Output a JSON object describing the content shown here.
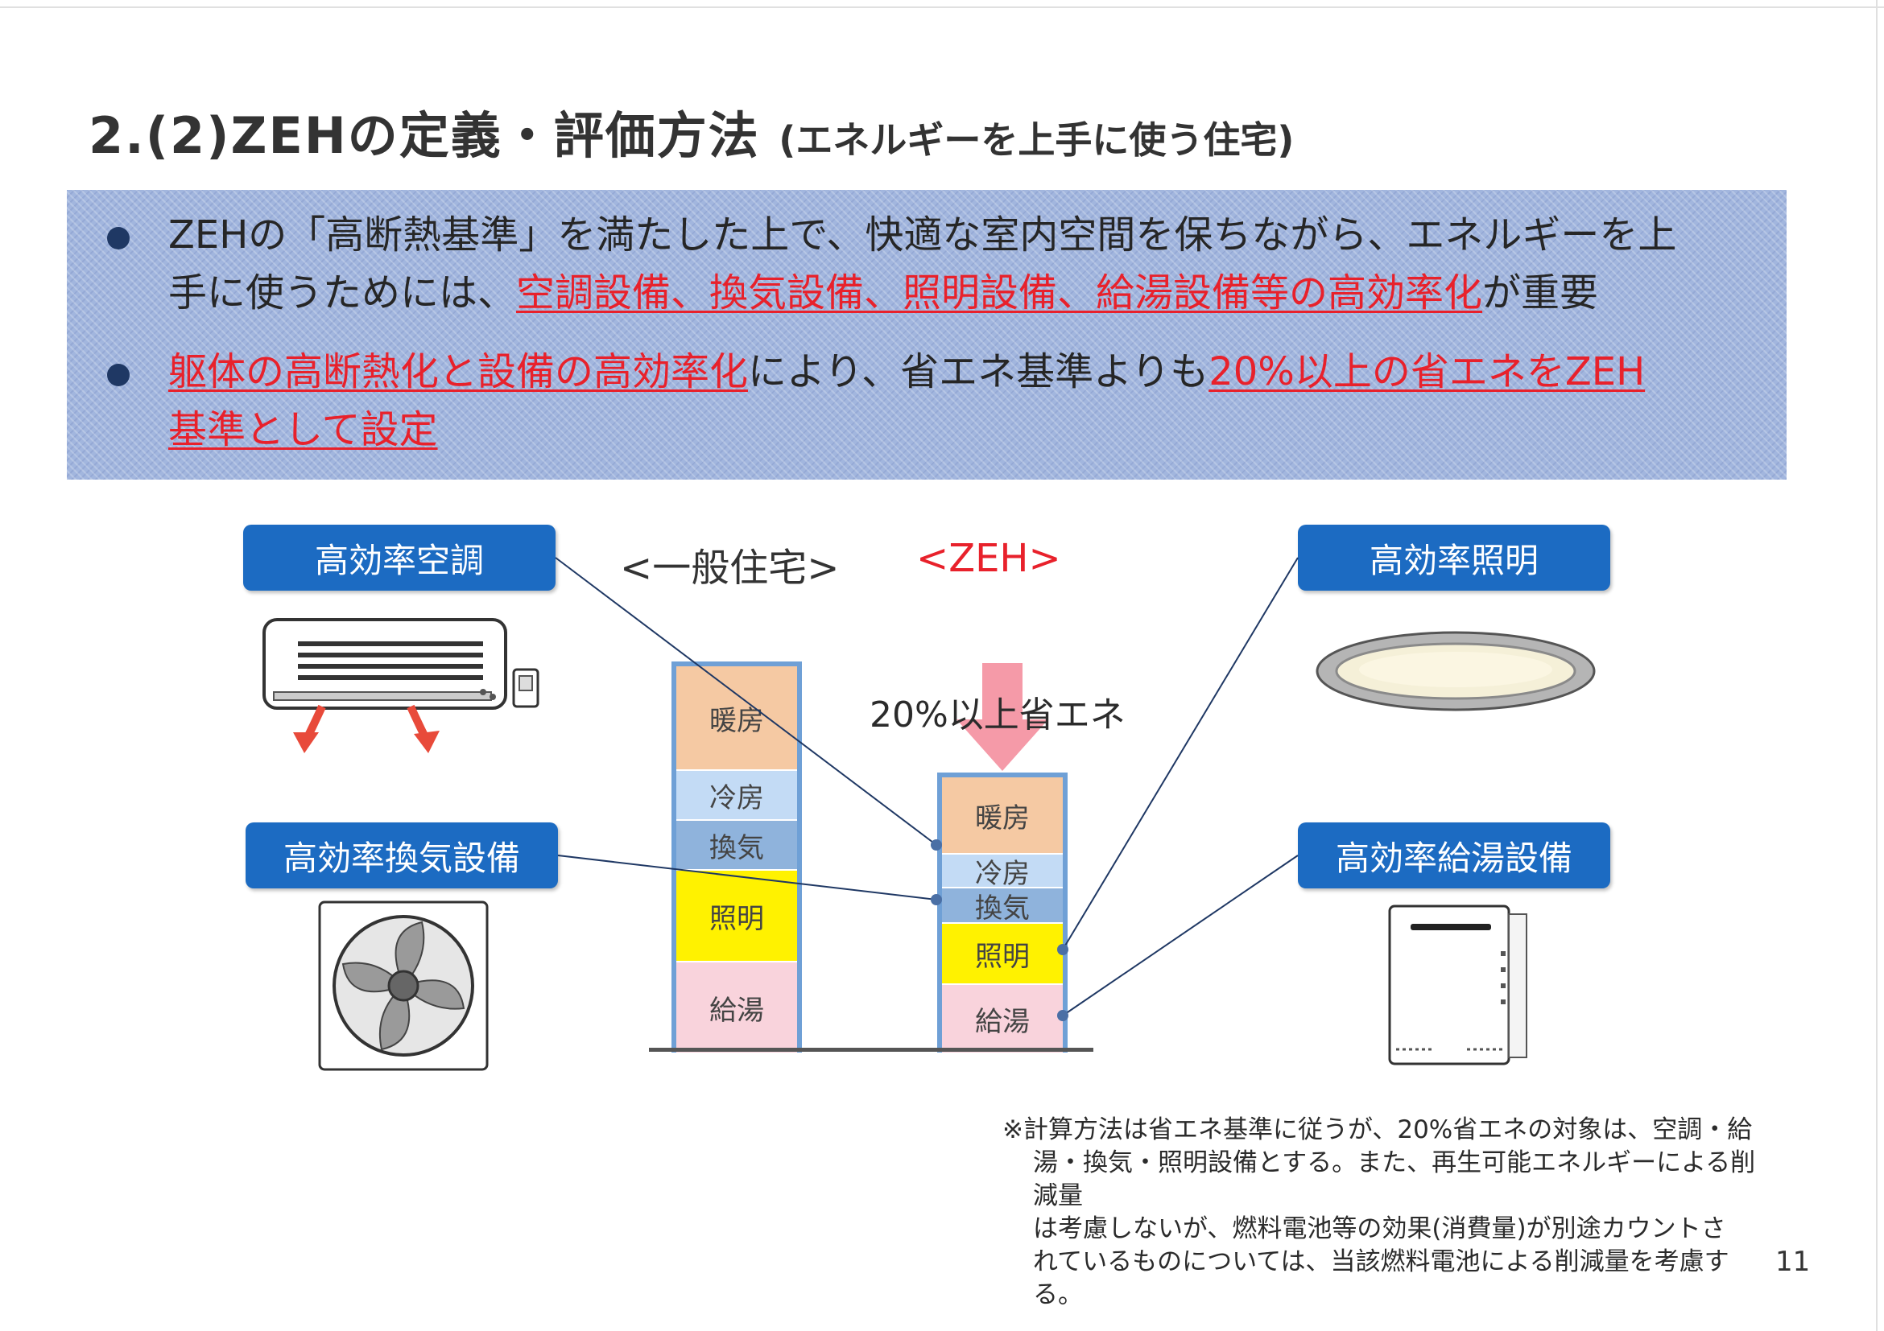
{
  "title": {
    "main": "2.(2)ZEHの定義・評価方法",
    "sub": "(エネルギーを上手に使う住宅)"
  },
  "bullets": [
    {
      "line1": "ZEHの「高断熱基準」を満たした上で、快適な室内空間を保ちながら、エネルギーを上",
      "line2_plain": "手に使うためには、",
      "line2_red": "空調設備、換気設備、照明設備、給湯設備等の高効率化",
      "line2_end": "が重要"
    },
    {
      "red1": "躯体の高断熱化と設備の高効率化",
      "plain1": "により、省エネ基準よりも",
      "red2": "20%以上の省エネをZEH",
      "red3": "基準として設定"
    }
  ],
  "tags": {
    "aircon": "高効率空調",
    "ventilation": "高効率換気設備",
    "lighting": "高効率照明",
    "water_heater": "高効率給湯設備"
  },
  "columns": {
    "general": "<一般住宅>",
    "zeh": "<ZEH>"
  },
  "saving_label": "20%以上省エネ",
  "segments": {
    "heating": "暖房",
    "cooling": "冷房",
    "ventilation": "換気",
    "lighting": "照明",
    "hot_water": "給湯"
  },
  "colors": {
    "heating": "#f5c9a3",
    "cooling": "#c3dbf5",
    "ventilation": "#8fb3dc",
    "lighting": "#fff200",
    "hot_water": "#f9d3dc",
    "arrow": "#f59aa8",
    "tag": "#1c6bc2",
    "highlight": "#e8212b"
  },
  "chart_data": {
    "type": "bar",
    "stacked": true,
    "categories": [
      "<一般住宅>",
      "<ZEH>"
    ],
    "series": [
      {
        "name": "給湯",
        "values": [
          32,
          28
        ]
      },
      {
        "name": "照明",
        "values": [
          30,
          22
        ]
      },
      {
        "name": "換気",
        "values": [
          16,
          12
        ]
      },
      {
        "name": "冷房",
        "values": [
          16,
          12
        ]
      },
      {
        "name": "暖房",
        "values": [
          32,
          26
        ]
      }
    ]
  },
  "note": {
    "line1": "※計算方法は省エネ基準に従うが、20%省エネの対象は、空調・給",
    "line2": "湯・換気・照明設備とする。また、再生可能エネルギーによる削減量",
    "line3": "は考慮しないが、燃料電池等の効果(消費量)が別途カウントさ",
    "line4": "れているものについては、当該燃料電池による削減量を考慮する。"
  },
  "page_number": "11"
}
